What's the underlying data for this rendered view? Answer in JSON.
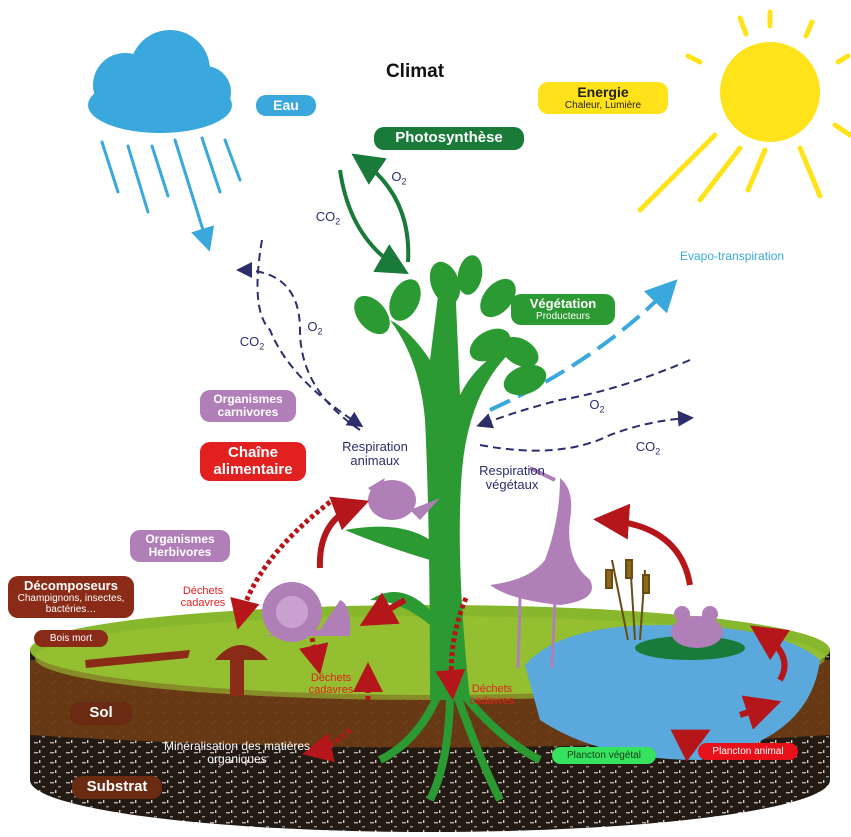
{
  "title": "Climat",
  "labels": {
    "eau": "Eau",
    "energie": "Energie",
    "energie_sub": "Chaleur, Lumière",
    "photosynthese": "Photosynthèse",
    "vegetation": "Végétation",
    "vegetation_sub": "Producteurs",
    "evapo": "Evapo-transpiration",
    "carnivores": "Organismes carnivores",
    "chaine": "Chaîne alimentaire",
    "herbivores": "Organismes Herbivores",
    "decomposeurs": "Décomposeurs",
    "decomposeurs_sub": "Champignons, insectes, bactéries…",
    "bois_mort": "Bois mort",
    "sol": "Sol",
    "substrat": "Substrat",
    "respiration_animaux": "Respiration animaux",
    "respiration_vegetaux": "Respiration végétaux",
    "dechets_1": "Déchets cadavres",
    "dechets_2": "Déchets cadavres",
    "dechets_3": "Déchets cadavres",
    "mineralisation": "Minéralisation des matières organiques",
    "plancton_vegetal": "Plancton végétal",
    "plancton_animal": "Plancton animal",
    "o2": "O",
    "co2": "CO",
    "sub2": "2"
  },
  "colors": {
    "eau": "#3aa8dc",
    "energie": "#ffe21a",
    "photosynthese": "#1a7a3a",
    "vegetation": "#2c9a32",
    "organismes": "#b07fb8",
    "chaine": "#e2201f",
    "decomposeurs": "#8a2b17",
    "soil": "#5b2f10",
    "text_dark": "#2b2e6b",
    "sun": "#ffe31a",
    "plancton_vegetal": "#35e35e",
    "plancton_animal": "#e8111a"
  }
}
